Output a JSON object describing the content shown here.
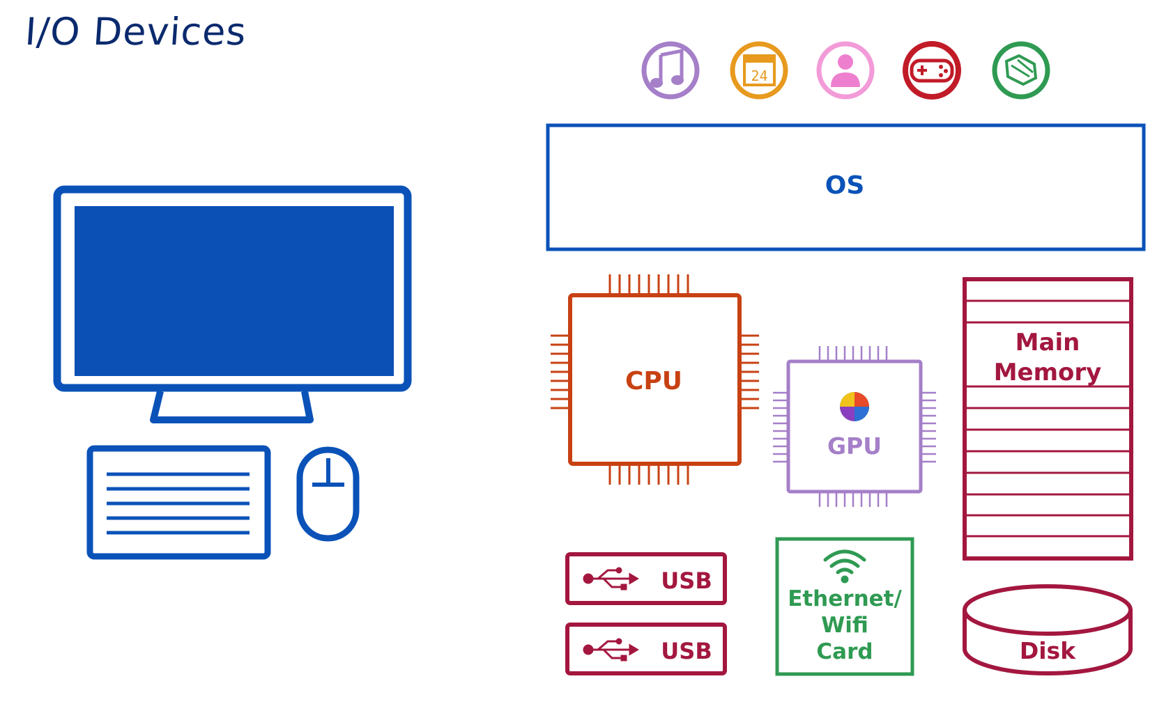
{
  "title": "I/O Devices",
  "os": {
    "label": "OS"
  },
  "cpu": {
    "label": "CPU"
  },
  "gpu": {
    "label": "GPU"
  },
  "memory": {
    "line1": "Main",
    "line2": "Memory"
  },
  "usb": [
    {
      "label": "USB"
    },
    {
      "label": "USB"
    }
  ],
  "network": {
    "line1": "Ethernet/",
    "line2": "Wifi",
    "line3": "Card"
  },
  "disk": {
    "label": "Disk"
  },
  "apps": [
    {
      "icon": "music-note-icon",
      "color": "#a57fc8"
    },
    {
      "icon": "calendar-icon",
      "color": "#e79a1e",
      "text": "24"
    },
    {
      "icon": "person-icon",
      "color": "#ee7fcf"
    },
    {
      "icon": "gamepad-icon",
      "color": "#c11b28"
    },
    {
      "icon": "map-icon",
      "color": "#2f9a52"
    }
  ],
  "colors": {
    "blue": "#0a52b8",
    "dark_blue": "#0b2a6e",
    "cpu": "#c84113",
    "gpu": "#a57fc8",
    "maroon": "#a3173f",
    "green": "#2f9a52"
  }
}
